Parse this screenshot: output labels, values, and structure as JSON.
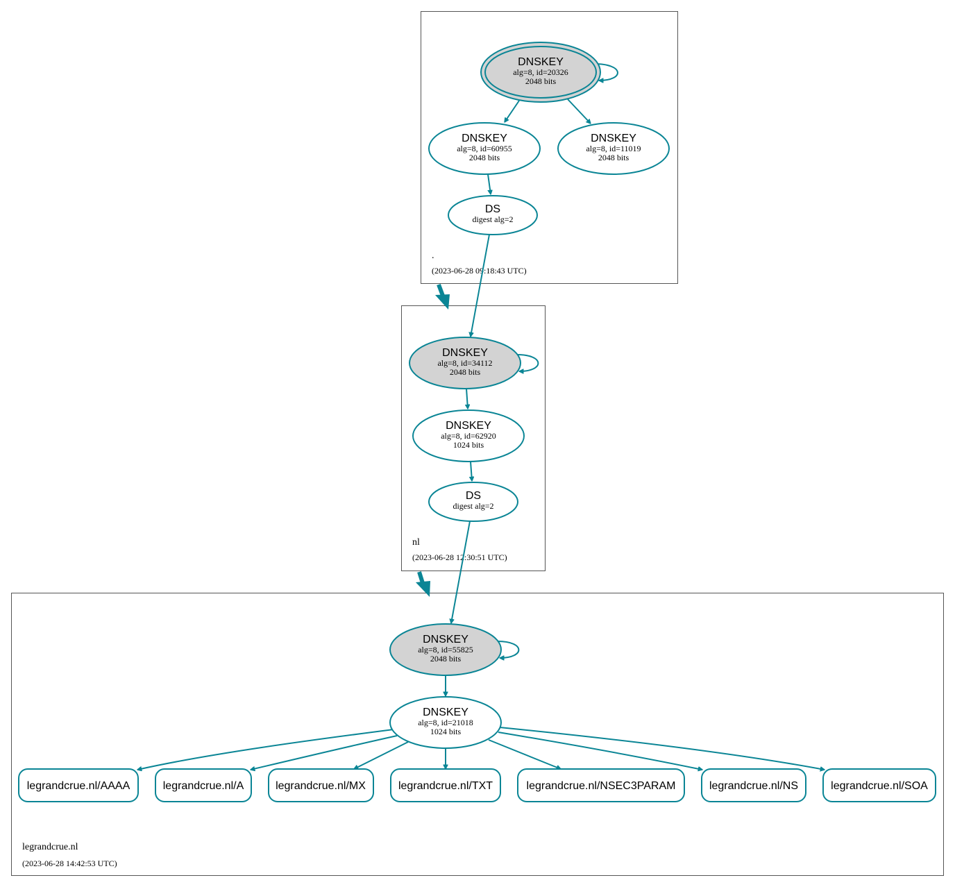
{
  "zones": {
    "root": {
      "name": ".",
      "timestamp": "(2023-06-28 09:18:43 UTC)"
    },
    "nl": {
      "name": "nl",
      "timestamp": "(2023-06-28 12:30:51 UTC)"
    },
    "legrandcrue": {
      "name": "legrandcrue.nl",
      "timestamp": "(2023-06-28 14:42:53 UTC)"
    }
  },
  "nodes": {
    "root_ksk": {
      "title": "DNSKEY",
      "line1": "alg=8, id=20326",
      "line2": "2048 bits"
    },
    "root_zsk1": {
      "title": "DNSKEY",
      "line1": "alg=8, id=60955",
      "line2": "2048 bits"
    },
    "root_zsk2": {
      "title": "DNSKEY",
      "line1": "alg=8, id=11019",
      "line2": "2048 bits"
    },
    "root_ds": {
      "title": "DS",
      "line1": "digest alg=2"
    },
    "nl_ksk": {
      "title": "DNSKEY",
      "line1": "alg=8, id=34112",
      "line2": "2048 bits"
    },
    "nl_zsk": {
      "title": "DNSKEY",
      "line1": "alg=8, id=62920",
      "line2": "1024 bits"
    },
    "nl_ds": {
      "title": "DS",
      "line1": "digest alg=2"
    },
    "lg_ksk": {
      "title": "DNSKEY",
      "line1": "alg=8, id=55825",
      "line2": "2048 bits"
    },
    "lg_zsk": {
      "title": "DNSKEY",
      "line1": "alg=8, id=21018",
      "line2": "1024 bits"
    }
  },
  "rrsets": [
    "legrandcrue.nl/AAAA",
    "legrandcrue.nl/A",
    "legrandcrue.nl/MX",
    "legrandcrue.nl/TXT",
    "legrandcrue.nl/NSEC3PARAM",
    "legrandcrue.nl/NS",
    "legrandcrue.nl/SOA"
  ],
  "colors": {
    "edge": "#0a8595",
    "sep_fill": "#d3d3d3",
    "zone_border": "#555555"
  }
}
